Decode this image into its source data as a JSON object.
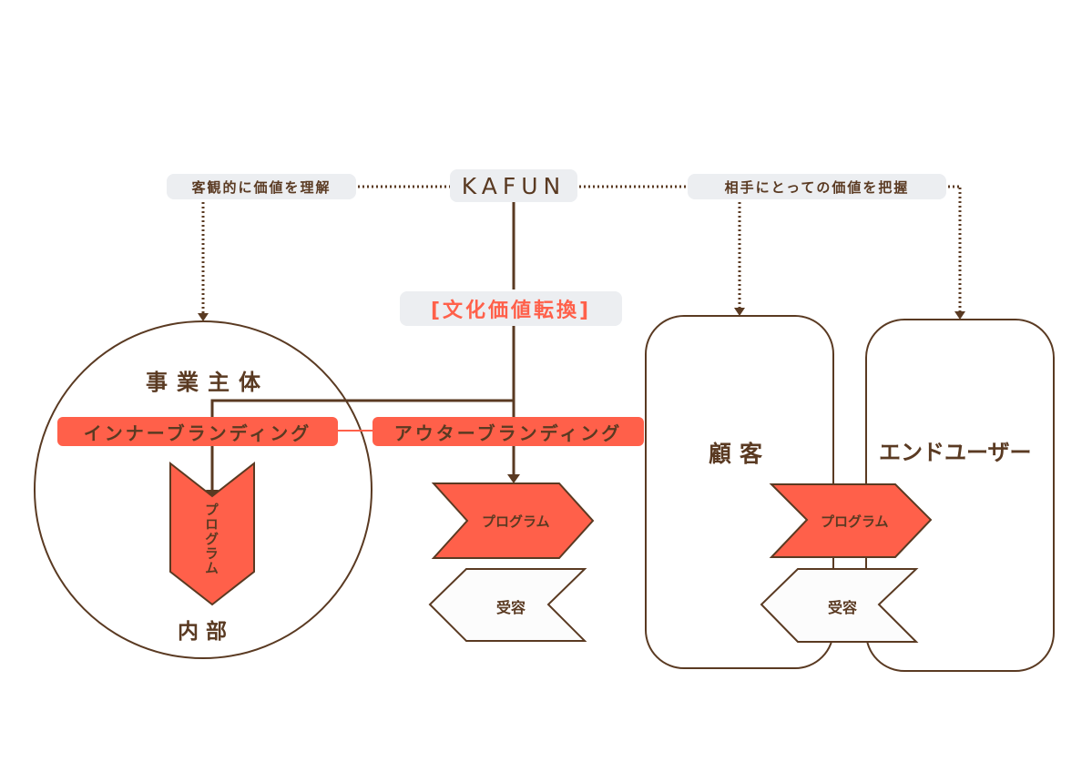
{
  "colors": {
    "brown": "#5a3a22",
    "red": "#ff604a",
    "pill_bg": "#eceef1",
    "white": "#ffffff"
  },
  "top": {
    "left_label": "客観的に価値を理解",
    "center_label": "KAFUN",
    "right_label": "相手にとっての価値を把握"
  },
  "center": {
    "transform_label": "[文化価値転換]"
  },
  "business": {
    "title": "事業主体",
    "inner_branding": "インナーブランディング",
    "program_vertical": "プログラム",
    "internal": "内部"
  },
  "outer": {
    "outer_branding": "アウターブランディング",
    "program": "プログラム",
    "acceptance": "受容"
  },
  "customer": {
    "title": "顧客"
  },
  "end_user": {
    "title": "エンドユーザー",
    "program": "プログラム",
    "acceptance": "受容"
  }
}
